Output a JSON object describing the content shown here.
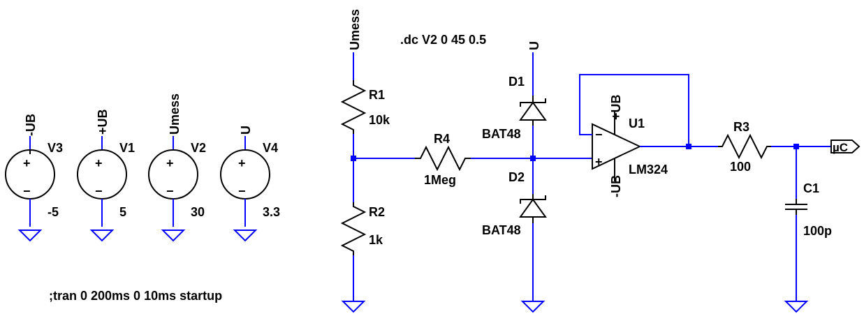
{
  "directives": {
    "dc": ".dc V2 0 45 0.5",
    "tran": ";tran 0 200ms 0 10ms startup"
  },
  "sources": [
    {
      "name": "V3",
      "net": "-UB",
      "value": "-5"
    },
    {
      "name": "V1",
      "net": "+UB",
      "value": "5"
    },
    {
      "name": "V2",
      "net": "Umess",
      "value": "30"
    },
    {
      "name": "V4",
      "net": "U",
      "value": "3.3"
    }
  ],
  "resistors": {
    "R1": {
      "name": "R1",
      "value": "10k"
    },
    "R2": {
      "name": "R2",
      "value": "1k"
    },
    "R3": {
      "name": "R3",
      "value": "100"
    },
    "R4": {
      "name": "R4",
      "value": "1Meg"
    }
  },
  "diodes": {
    "D1": {
      "name": "D1",
      "model": "BAT48"
    },
    "D2": {
      "name": "D2",
      "model": "BAT48"
    }
  },
  "capacitor": {
    "name": "C1",
    "value": "100p"
  },
  "opamp": {
    "name": "U1",
    "model": "LM324",
    "pos_supply": "+UB",
    "neg_supply": "-UB",
    "minus_sign": "−",
    "plus_sign": "+"
  },
  "net_labels": {
    "umess_top": "Umess",
    "u_top": "U",
    "output_port": "µC"
  },
  "source_symbols": {
    "plus": "+",
    "minus": "−"
  }
}
